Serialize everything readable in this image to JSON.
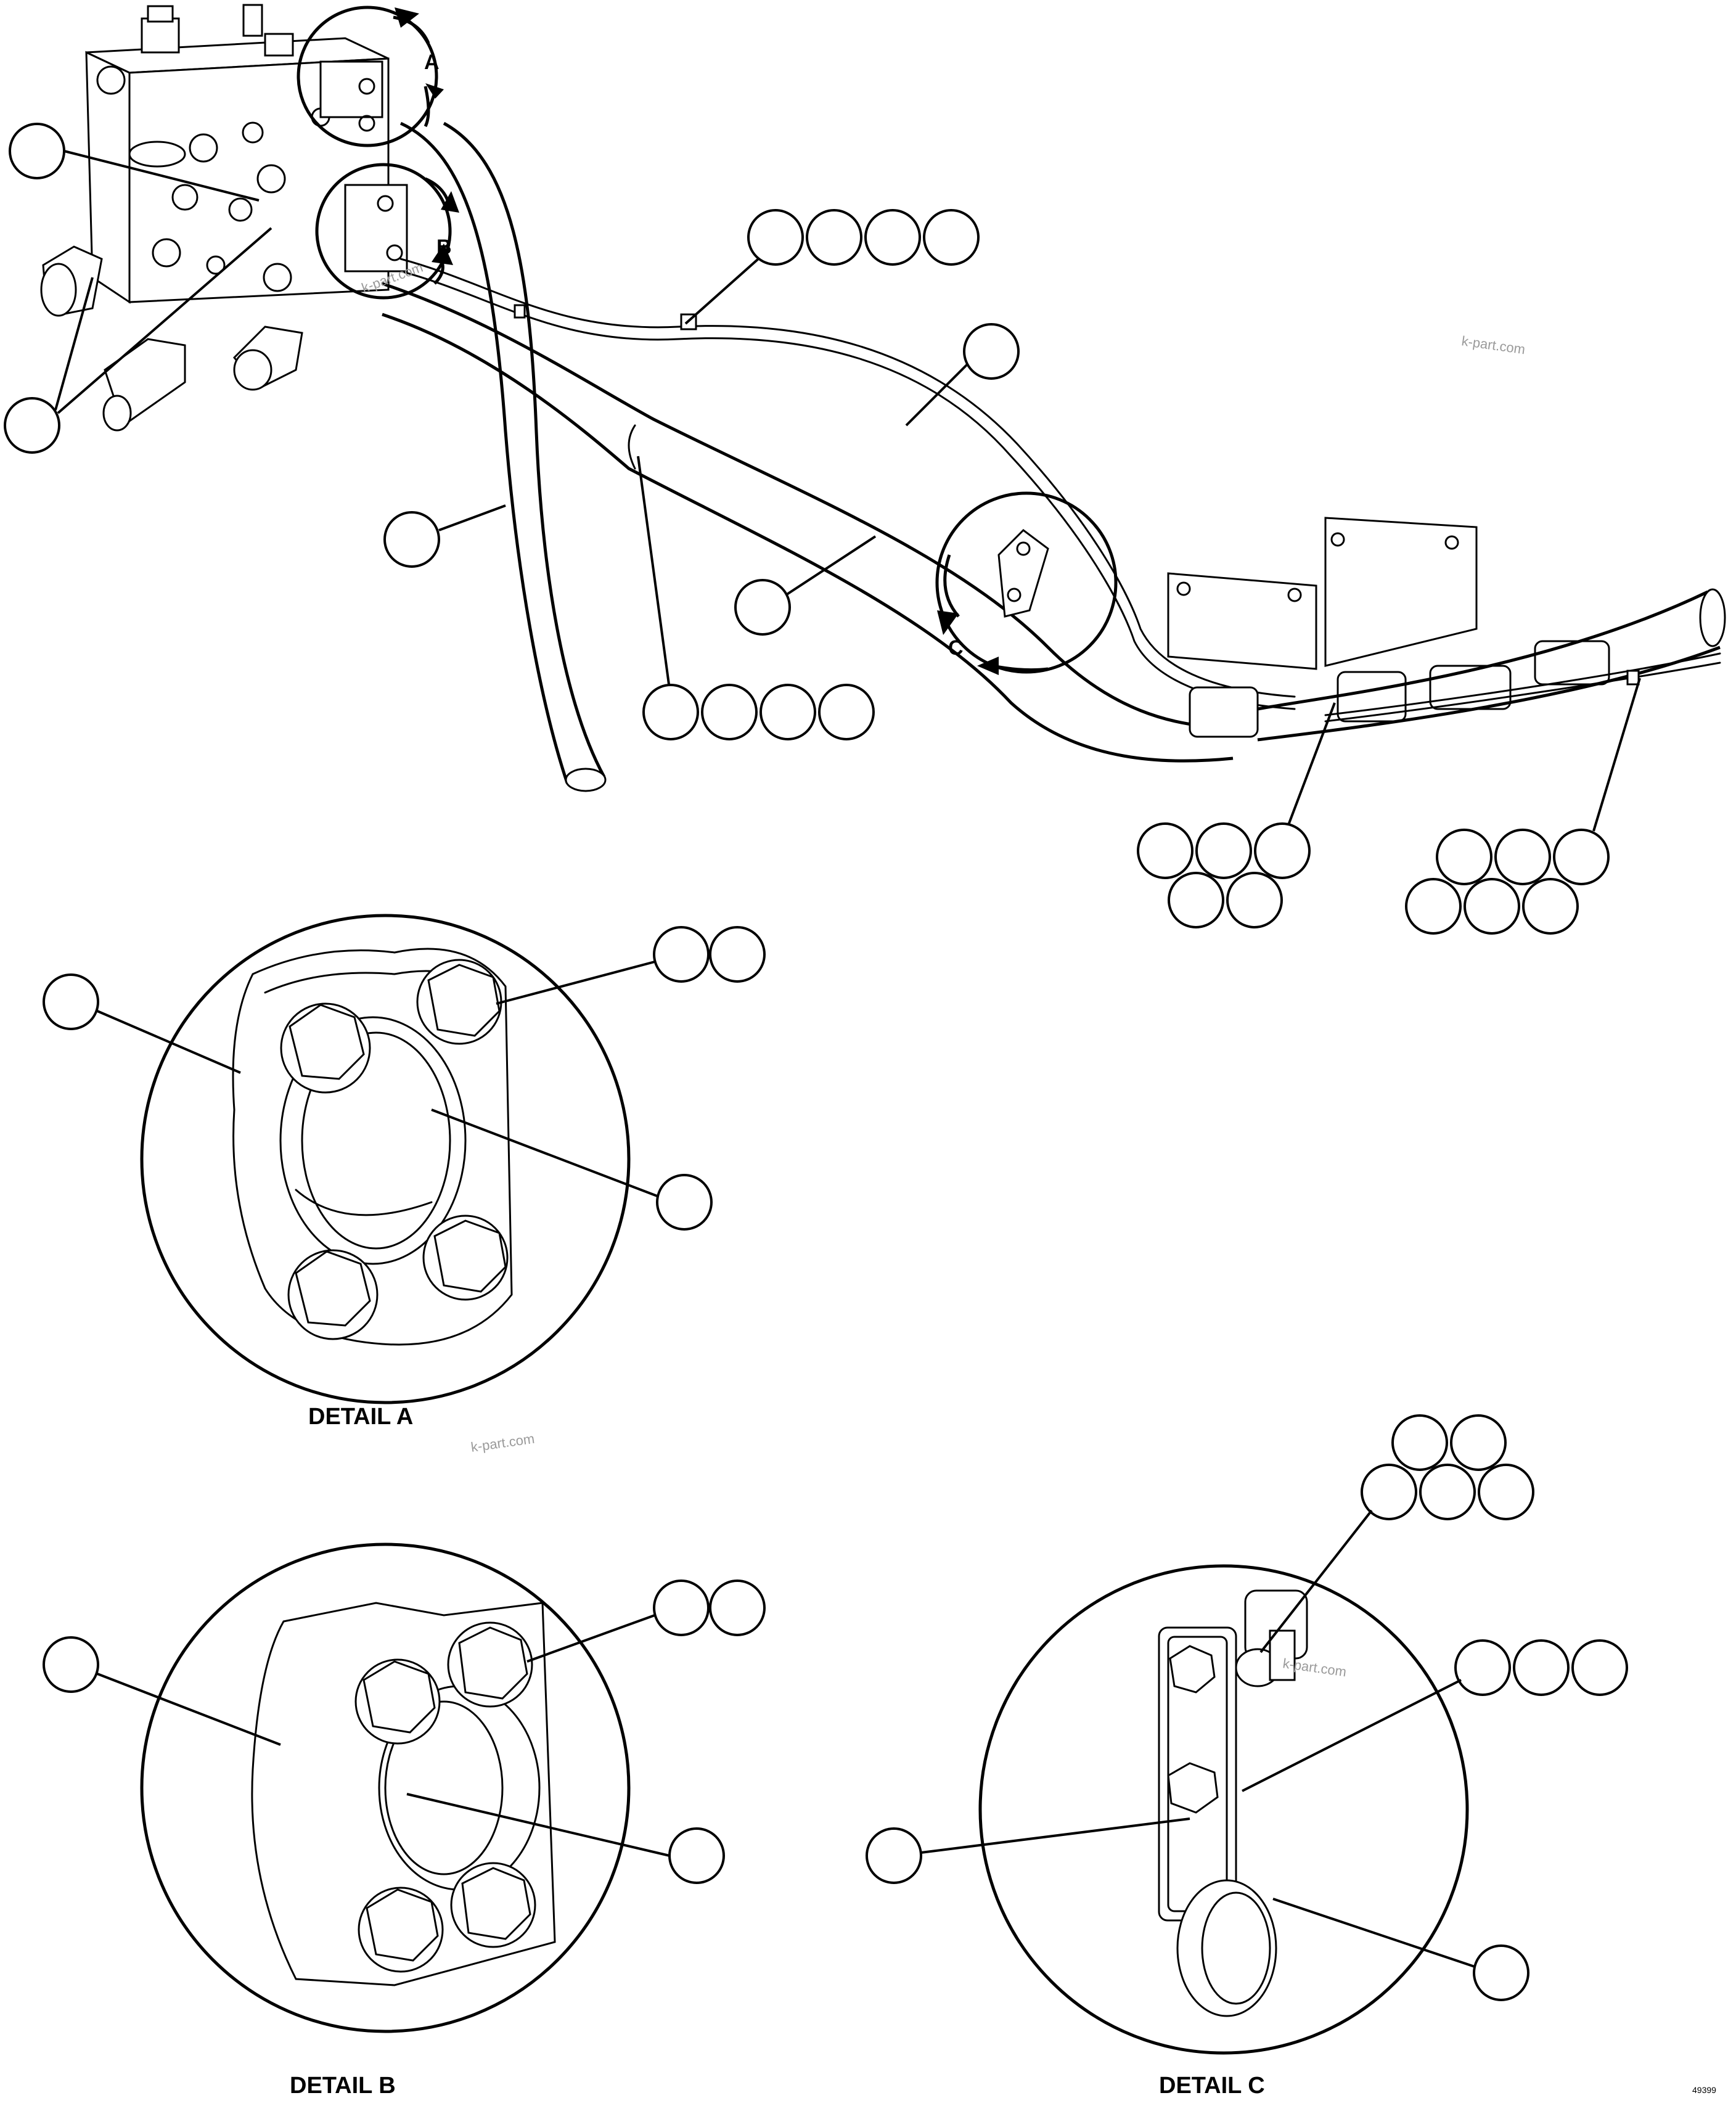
{
  "detail_letters": {
    "a": "A",
    "b": "B",
    "c": "C"
  },
  "detail_labels": {
    "a": "DETAIL A",
    "b": "DETAIL B",
    "c": "DETAIL C"
  },
  "watermark": "k-part.com",
  "drawing_code": "49399"
}
